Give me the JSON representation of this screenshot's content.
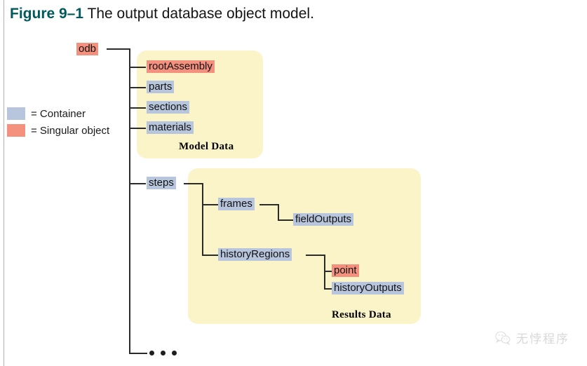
{
  "caption": {
    "figure_label": "Figure 9–1",
    "figure_text": "The output database object model.",
    "label_color": "#00595c"
  },
  "legend": {
    "items": [
      {
        "swatch": "container-swatch",
        "color": "#b8c6dd",
        "label": "= Container"
      },
      {
        "swatch": "singular-swatch",
        "color": "#f4907e",
        "label": "= Singular object"
      }
    ]
  },
  "panels": [
    {
      "id": "model-data",
      "title": "Model Data",
      "color": "#fbf4c8"
    },
    {
      "id": "results-data",
      "title": "Results Data",
      "color": "#fbf4c8"
    }
  ],
  "tree": {
    "root": {
      "label": "odb",
      "kind": "singular"
    },
    "model_data": [
      {
        "label": "rootAssembly",
        "kind": "singular"
      },
      {
        "label": "parts",
        "kind": "container"
      },
      {
        "label": "sections",
        "kind": "container"
      },
      {
        "label": "materials",
        "kind": "container"
      }
    ],
    "steps": {
      "label": "steps",
      "kind": "container"
    },
    "results_data": [
      {
        "label": "frames",
        "kind": "container"
      },
      {
        "label": "fieldOutputs",
        "kind": "container"
      },
      {
        "label": "historyRegions",
        "kind": "container"
      },
      {
        "label": "point",
        "kind": "singular"
      },
      {
        "label": "historyOutputs",
        "kind": "container"
      }
    ],
    "ellipsis": "• • •"
  },
  "watermark": {
    "text": "无悖程序",
    "icon": "wechat-icon"
  }
}
